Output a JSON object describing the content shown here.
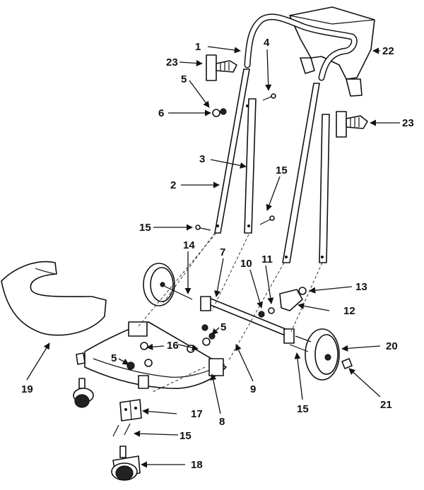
{
  "callouts": {
    "c1": "1",
    "c2": "2",
    "c3": "3",
    "c4": "4",
    "c5a": "5",
    "c5b": "5",
    "c5c": "5",
    "c6": "6",
    "c7": "7",
    "c8": "8",
    "c9": "9",
    "c10": "10",
    "c11": "11",
    "c12": "12",
    "c13": "13",
    "c14": "14",
    "c15a": "15",
    "c15b": "15",
    "c15c": "15",
    "c15d": "15",
    "c16": "16",
    "c17": "17",
    "c18": "18",
    "c19": "19",
    "c20": "20",
    "c21": "21",
    "c22": "22",
    "c23a": "23",
    "c23b": "23"
  }
}
